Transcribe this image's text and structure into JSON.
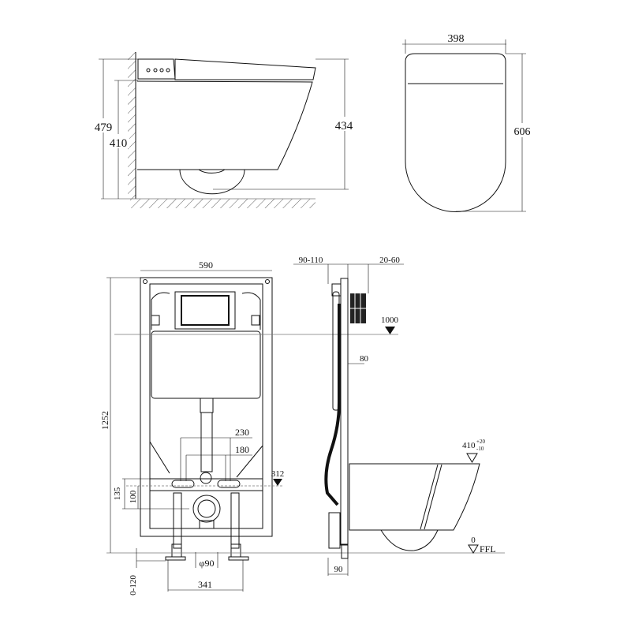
{
  "side_view": {
    "dim_total_height": "479",
    "dim_seat_height": "410",
    "dim_bowl_height": "434"
  },
  "top_view": {
    "dim_width": "398",
    "dim_depth": "606"
  },
  "front_frame": {
    "dim_frame_width": "590",
    "dim_frame_height": "1252",
    "dim_outlet_spacing_outer": "230",
    "dim_outlet_spacing_inner": "180",
    "dim_bar_height_135": "135",
    "dim_bar_height_100": "100",
    "level_312": "312",
    "dim_drain_dia": "φ90",
    "dim_feet_spacing": "341",
    "dim_leg_adjust": "0-120"
  },
  "side_frame": {
    "dim_frame_depth": "90-110",
    "dim_plate_offset": "20-60",
    "level_flush": "1000",
    "dim_80": "80",
    "seat_level": "410",
    "seat_tol_plus": "+20",
    "seat_tol_minus": "-10",
    "floor_level": "0",
    "floor_label": "FFL",
    "dim_base": "90"
  }
}
